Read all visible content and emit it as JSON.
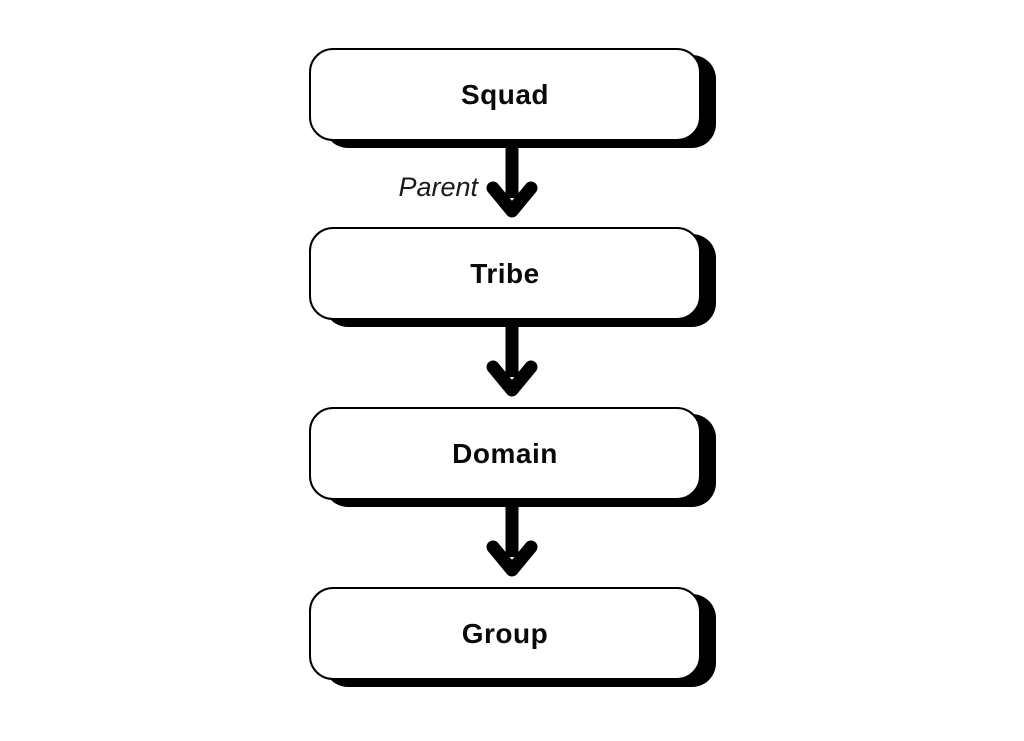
{
  "diagram": {
    "type": "flowchart-vertical",
    "nodes": [
      {
        "id": "squad",
        "label": "Squad"
      },
      {
        "id": "tribe",
        "label": "Tribe"
      },
      {
        "id": "domain",
        "label": "Domain"
      },
      {
        "id": "group",
        "label": "Group"
      }
    ],
    "edges": [
      {
        "from": "Squad",
        "to": "Tribe",
        "label": "Parent",
        "icon": "arrow-down-icon"
      },
      {
        "from": "Tribe",
        "to": "Domain",
        "label": "",
        "icon": "arrow-down-icon"
      },
      {
        "from": "Domain",
        "to": "Group",
        "label": "",
        "icon": "arrow-down-icon"
      }
    ],
    "colors": {
      "background": "#ffffff",
      "node_fill": "#ffffff",
      "node_border": "#000000",
      "node_shadow": "#000000",
      "arrow": "#000000",
      "node_text": "#0a0a0a",
      "edge_label_text": "#1a1a1a"
    }
  }
}
